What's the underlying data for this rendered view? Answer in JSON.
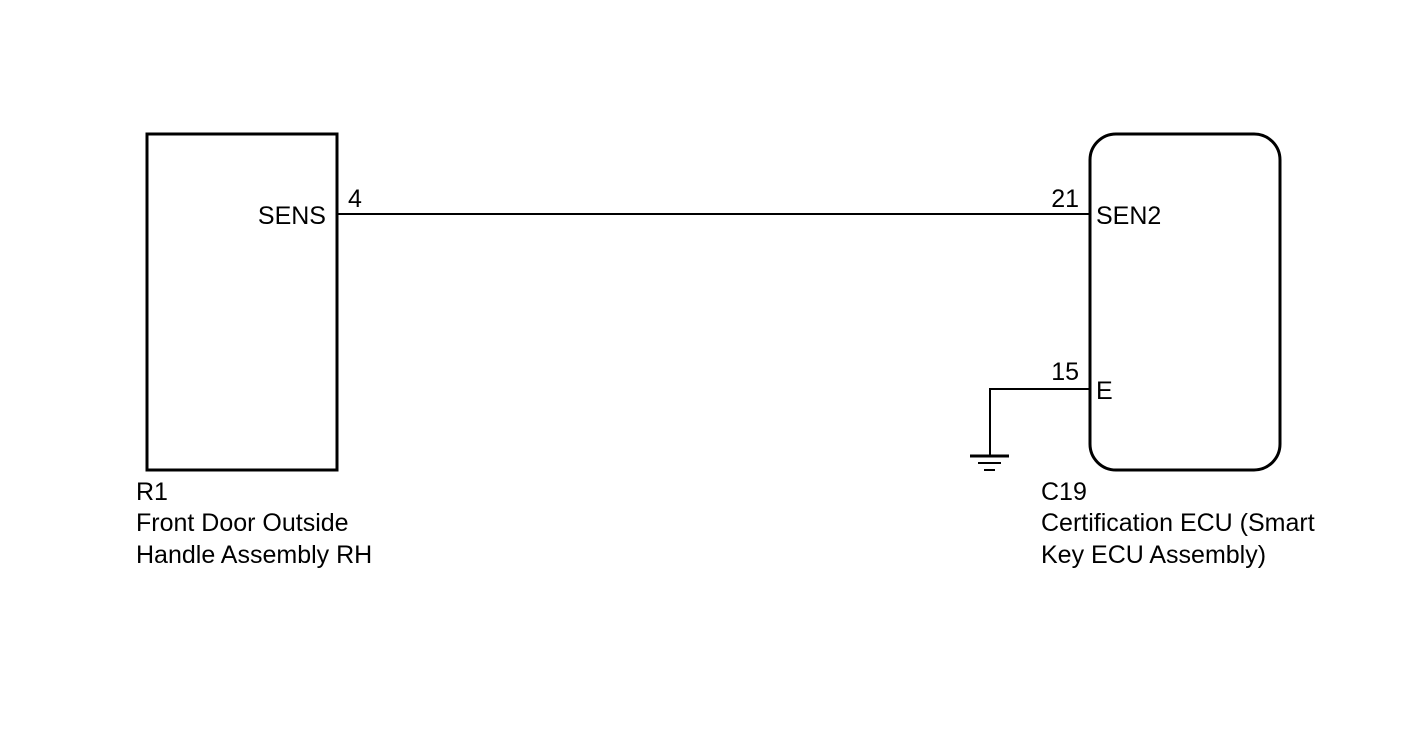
{
  "left_component": {
    "ref": "R1",
    "name_line1": "Front Door Outside",
    "name_line2": "Handle Assembly RH",
    "pins": [
      {
        "number": "4",
        "name": "SENS"
      }
    ]
  },
  "right_component": {
    "ref": "C19",
    "name_line1": "Certification ECU (Smart",
    "name_line2": "Key ECU Assembly)",
    "pins": [
      {
        "number": "21",
        "name": "SEN2"
      },
      {
        "number": "15",
        "name": "E"
      }
    ]
  },
  "connections": [
    {
      "from": "R1 pin 4 (SENS)",
      "to": "C19 pin 21 (SEN2)"
    },
    {
      "from": "C19 pin 15 (E)",
      "to": "ground"
    }
  ],
  "colors": {
    "line": "#000000",
    "background": "#ffffff"
  }
}
